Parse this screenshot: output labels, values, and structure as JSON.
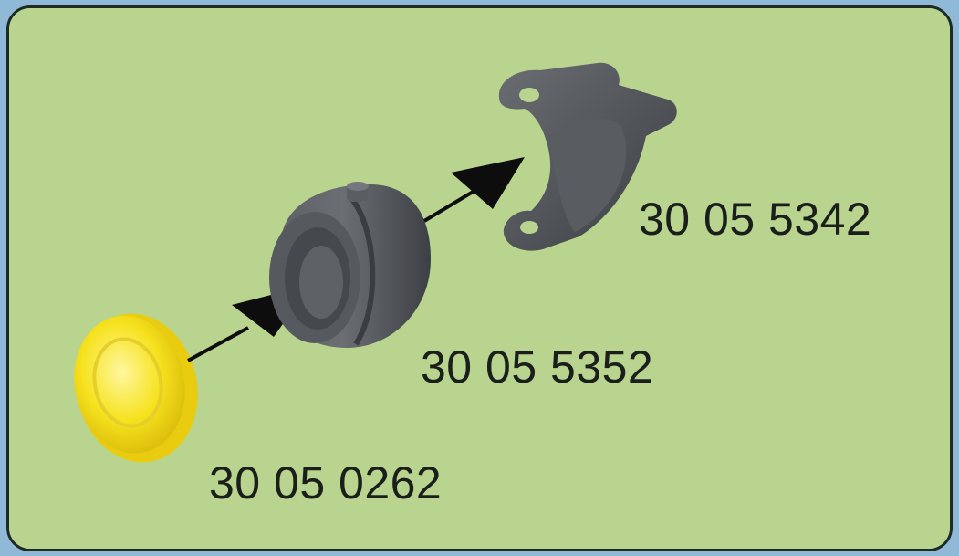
{
  "colors": {
    "panel_background": "#b9d48f",
    "frame_border": "#1f2a22",
    "outer_background": "#8fb9d6",
    "part_dark": "#4a4d52",
    "part_yellow": "#f6e21e",
    "arrow": "#0d0d0d",
    "label_text": "#1b1f1b"
  },
  "parts": [
    {
      "id": "bracket",
      "label": "30 05 5342",
      "icon": "bracket-icon"
    },
    {
      "id": "bushing",
      "label": "30 05 5352",
      "icon": "bushing-icon"
    },
    {
      "id": "adapter",
      "label": "30 05 0262",
      "icon": "yellow-adapter-icon"
    }
  ],
  "arrows": [
    {
      "from": "adapter",
      "to": "bushing"
    },
    {
      "from": "bushing",
      "to": "bracket"
    }
  ]
}
